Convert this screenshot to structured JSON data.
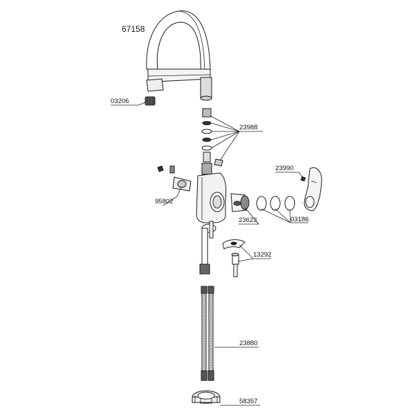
{
  "title": "67158",
  "parts": [
    {
      "id": "part-03206",
      "number": "03206"
    },
    {
      "id": "part-23988",
      "number": "23988"
    },
    {
      "id": "part-23990",
      "number": "23990"
    },
    {
      "id": "part-95802",
      "number": "95802"
    },
    {
      "id": "part-23623",
      "number": "23623"
    },
    {
      "id": "part-03186",
      "number": "03186"
    },
    {
      "id": "part-13292",
      "number": "13292"
    },
    {
      "id": "part-23880",
      "number": "23880"
    },
    {
      "id": "part-58357",
      "number": "58357"
    }
  ]
}
